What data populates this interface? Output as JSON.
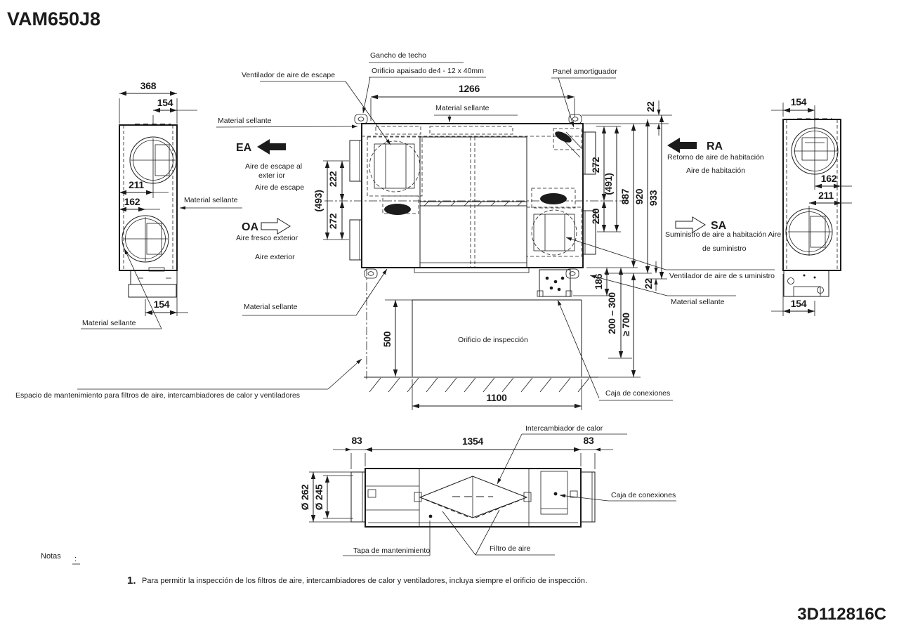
{
  "title": "VAM650J8",
  "doc_number": "3D112816C",
  "airflow": {
    "ea_code": "EA",
    "ea_line1": "Aire de escape al",
    "ea_line2": "exter ior",
    "ea_line3": "Aire de escape",
    "oa_code": "OA",
    "oa_line1": "Aire fresco exterior",
    "oa_line2": "Aire exterior",
    "ra_code": "RA",
    "ra_line1": "Retorno de aire de habitación",
    "ra_line2": "Aire de habitación",
    "sa_code": "SA",
    "sa_line1": "Suministro de aire a habitación Aire",
    "sa_line2": "de suministro"
  },
  "labels": {
    "gancho": "Gancho de techo",
    "orificio_apaisado": "Orificio apaisado de4 - 12 x 40mm",
    "panel_amortiguador": "Panel amortiguador",
    "ventilador_escape": "Ventilador de aire de escape",
    "ventilador_suministro": "Ventilador de aire de s uministro",
    "material_sellante": "Material sellante",
    "caja_conexiones": "Caja de conexiones",
    "orificio_inspeccion": "Orificio de inspección",
    "espacio_mantenimiento": "Espacio de mantenimiento para filtros de aire, intercambiadores de calor y ventiladores",
    "intercambiador": "Intercambiador de calor",
    "tapa": "Tapa de mantenimiento",
    "filtro": "Filtro de aire"
  },
  "dims": {
    "left_view": {
      "d368": "368",
      "d154_top": "154",
      "d211": "211",
      "d162": "162",
      "d154_bot": "154"
    },
    "top_view": {
      "d1266": "1266",
      "d22_top": "22",
      "d222": "222",
      "d272_left": "272",
      "d493": "(493)",
      "d272_right": "272",
      "d491": "(491)",
      "d887": "887",
      "d920": "920",
      "d933": "933",
      "d220": "220",
      "d186": "186",
      "d22_bot": "22"
    },
    "install": {
      "d500": "500",
      "d1100": "1100",
      "d200_300": "200 – 300",
      "d700": "≥ 700"
    },
    "right_view": {
      "d154_top": "154",
      "d162": "162",
      "d211": "211",
      "d154_bot": "154"
    },
    "bottom_view": {
      "d83_left": "83",
      "d1354": "1354",
      "d83_right": "83",
      "d262": "Ø 262",
      "d245": "Ø 245"
    }
  },
  "notes": {
    "heading": "Notas",
    "colon": ":",
    "item1_no": "1.",
    "item1": "Para permitir la inspección de los filtros de aire, intercambiadores de calor y ventiladores, incluya siempre el orificio de inspección."
  }
}
